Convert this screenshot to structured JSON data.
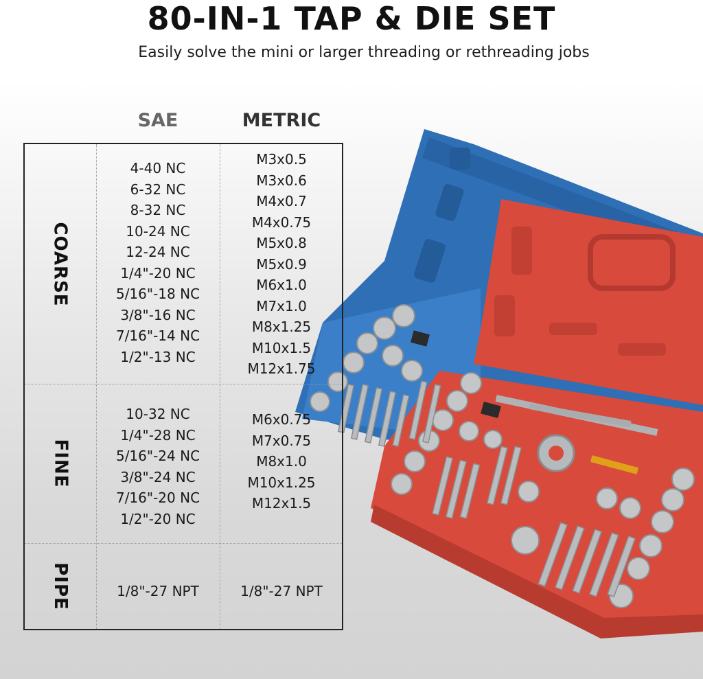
{
  "header": {
    "title": "80-IN-1 TAP & DIE SET",
    "subtitle": "Easily solve the mini or larger threading or rethreading jobs"
  },
  "table": {
    "columns": {
      "sae": "SAE",
      "metric": "METRIC"
    },
    "rows": [
      {
        "label": "COARSE",
        "sae": [
          "4-40 NC",
          "6-32 NC",
          "8-32 NC",
          "10-24 NC",
          "12-24 NC",
          "1/4\"-20 NC",
          "5/16\"-18 NC",
          "3/8\"-16 NC",
          "7/16\"-14 NC",
          "1/2\"-13 NC"
        ],
        "metric": [
          "M3x0.5",
          "M3x0.6",
          "M4x0.7",
          "M4x0.75",
          "M5x0.8",
          "M5x0.9",
          "M6x1.0",
          "M7x1.0",
          "M8x1.25",
          "M10x1.5",
          "M12x1.75"
        ]
      },
      {
        "label": "FINE",
        "sae": [
          "10-32 NC",
          "1/4\"-28 NC",
          "5/16\"-24 NC",
          "3/8\"-24 NC",
          "7/16\"-20 NC",
          "1/2\"-20 NC"
        ],
        "metric": [
          "M6x0.75",
          "M7x0.75",
          "M8x1.0",
          "M10x1.25",
          "M12x1.5"
        ]
      },
      {
        "label": "PIPE",
        "sae": [
          "1/8\"-27 NPT"
        ],
        "metric": [
          "1/8\"-27 NPT"
        ]
      }
    ]
  },
  "colors": {
    "blue_case": "#2f6fb5",
    "red_case": "#d84a3c",
    "steel": "#c4c6c8",
    "text_dark": "#111111"
  }
}
